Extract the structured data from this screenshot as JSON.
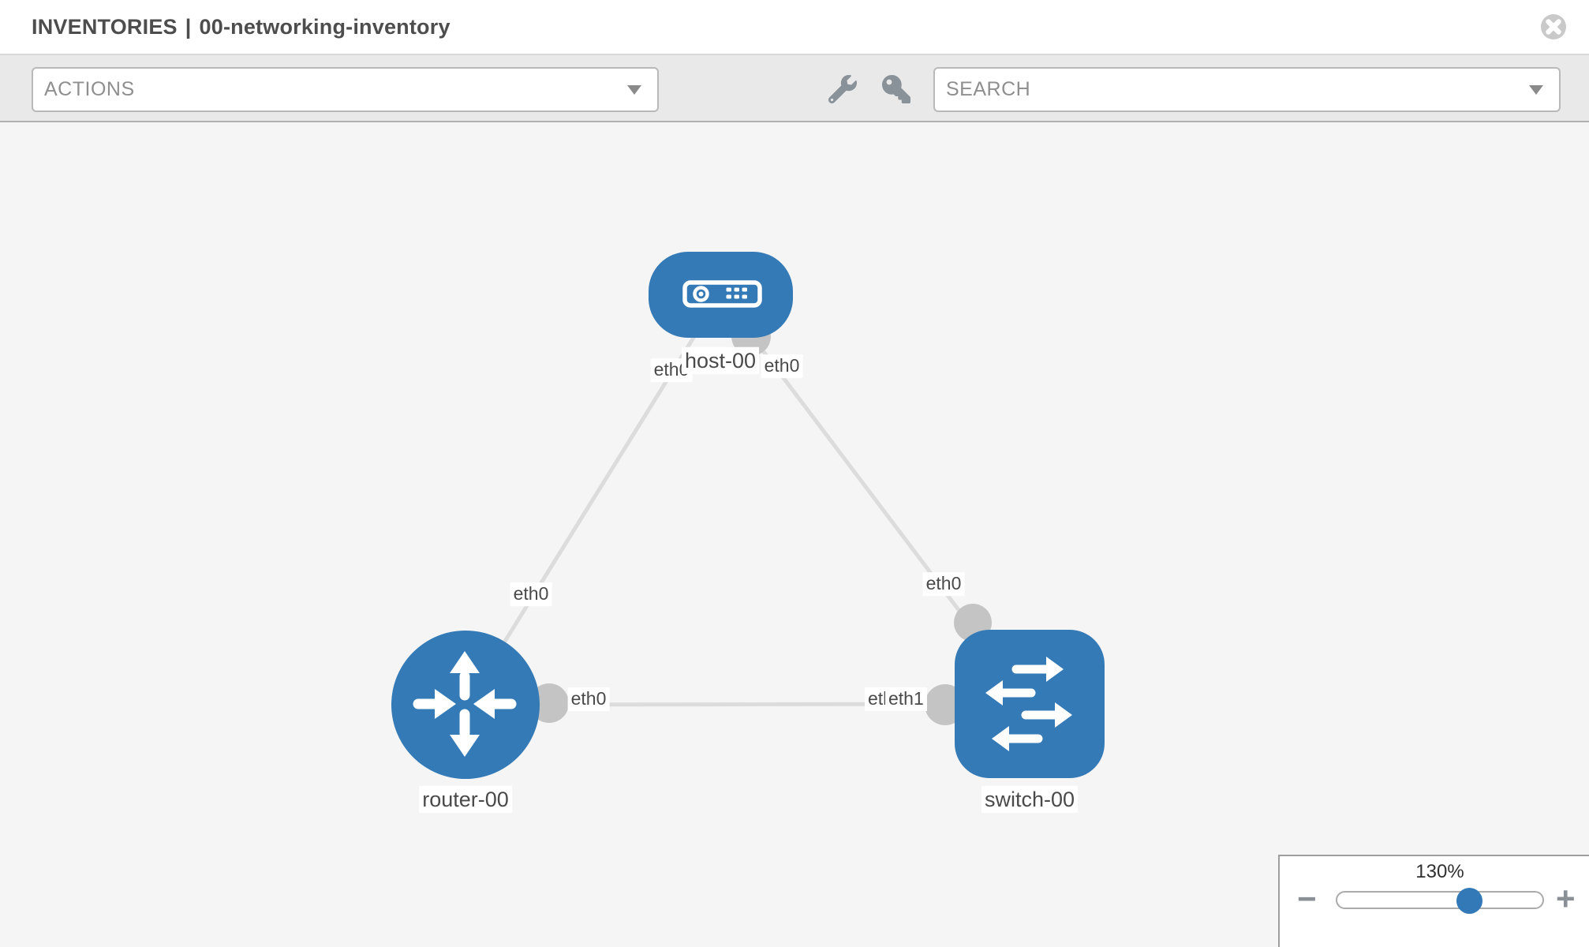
{
  "header": {
    "section": "INVENTORIES",
    "separator": "|",
    "inventory_name": "00-networking-inventory"
  },
  "toolbar": {
    "actions_dropdown": {
      "label": "ACTIONS"
    },
    "wrench_tool": {
      "icon": "wrench-icon"
    },
    "key_tool": {
      "icon": "key-icon"
    },
    "search_dropdown": {
      "label": "SEARCH"
    }
  },
  "canvas": {
    "topology": {
      "nodes": [
        {
          "id": "host-00",
          "type": "host",
          "label": "host-00"
        },
        {
          "id": "router-00",
          "type": "router",
          "label": "router-00"
        },
        {
          "id": "switch-00",
          "type": "switch",
          "label": "switch-00"
        }
      ],
      "links": [
        {
          "from": "host-00",
          "to": "router-00",
          "from_if": "eth0",
          "to_if": "eth0"
        },
        {
          "from": "host-00",
          "to": "switch-00",
          "from_if": "eth0",
          "to_if": "eth0"
        },
        {
          "from": "router-00",
          "to": "switch-00",
          "from_if": "eth0",
          "to_if_labels": [
            "eth0",
            "eth1"
          ]
        }
      ]
    },
    "zoom_control": {
      "level": "130%",
      "zoom_out_label": "−",
      "zoom_in_label": "+"
    }
  },
  "colors": {
    "node_blue": "#337ab7",
    "link_gray": "#dcdcdc",
    "connector_gray": "#c4c4c4",
    "canvas_bg": "#f5f5f5",
    "toolbar_bg": "#e9e9e9",
    "slider_thumb_blue": "#3379b8"
  }
}
